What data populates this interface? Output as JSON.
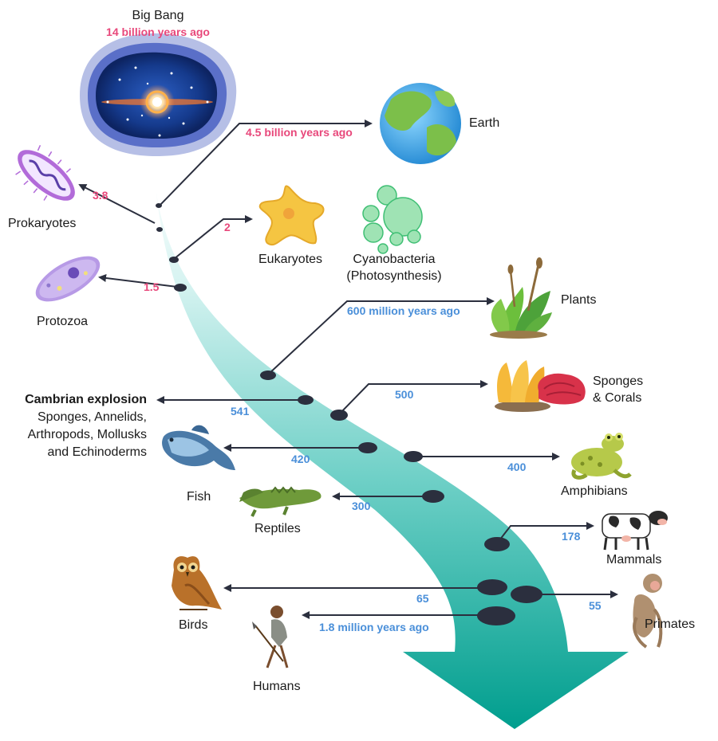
{
  "big_bang": {
    "name": "Big Bang",
    "time": "14 billion years ago"
  },
  "earth": {
    "name": "Earth",
    "time": "4.5 billion years ago"
  },
  "prokaryotes": {
    "name": "Prokaryotes",
    "time": "3.8"
  },
  "eukaryotes": {
    "name": "Eukaryotes",
    "time": "2"
  },
  "cyanobacteria": {
    "line1": "Cyanobacteria",
    "line2": "(Photosynthesis)"
  },
  "protozoa": {
    "name": "Protozoa",
    "time": "1.5"
  },
  "plants": {
    "name": "Plants",
    "time": "600 million years ago"
  },
  "cambrian": {
    "title": "Cambrian explosion",
    "line1": "Sponges, Annelids,",
    "line2": "Arthropods, Mollusks",
    "line3": "and Echinoderms",
    "time": "541"
  },
  "sponges": {
    "line1": "Sponges",
    "line2": "& Corals",
    "time": "500"
  },
  "fish": {
    "name": "Fish",
    "time": "420"
  },
  "amphibians": {
    "name": "Amphibians",
    "time": "400"
  },
  "reptiles": {
    "name": "Reptiles",
    "time": "300"
  },
  "mammals": {
    "name": "Mammals",
    "time": "178"
  },
  "birds": {
    "name": "Birds",
    "time": "65"
  },
  "primates": {
    "name": "Primates",
    "time": "55"
  },
  "humans": {
    "name": "Humans",
    "time": "1.8 million years ago"
  },
  "colors": {
    "pink_label": "#e8487b",
    "blue_label": "#4a8fd9",
    "arrow_dark": "#009e8e",
    "arrow_light": "#cdf1ef",
    "connector": "#2b2f3e"
  }
}
